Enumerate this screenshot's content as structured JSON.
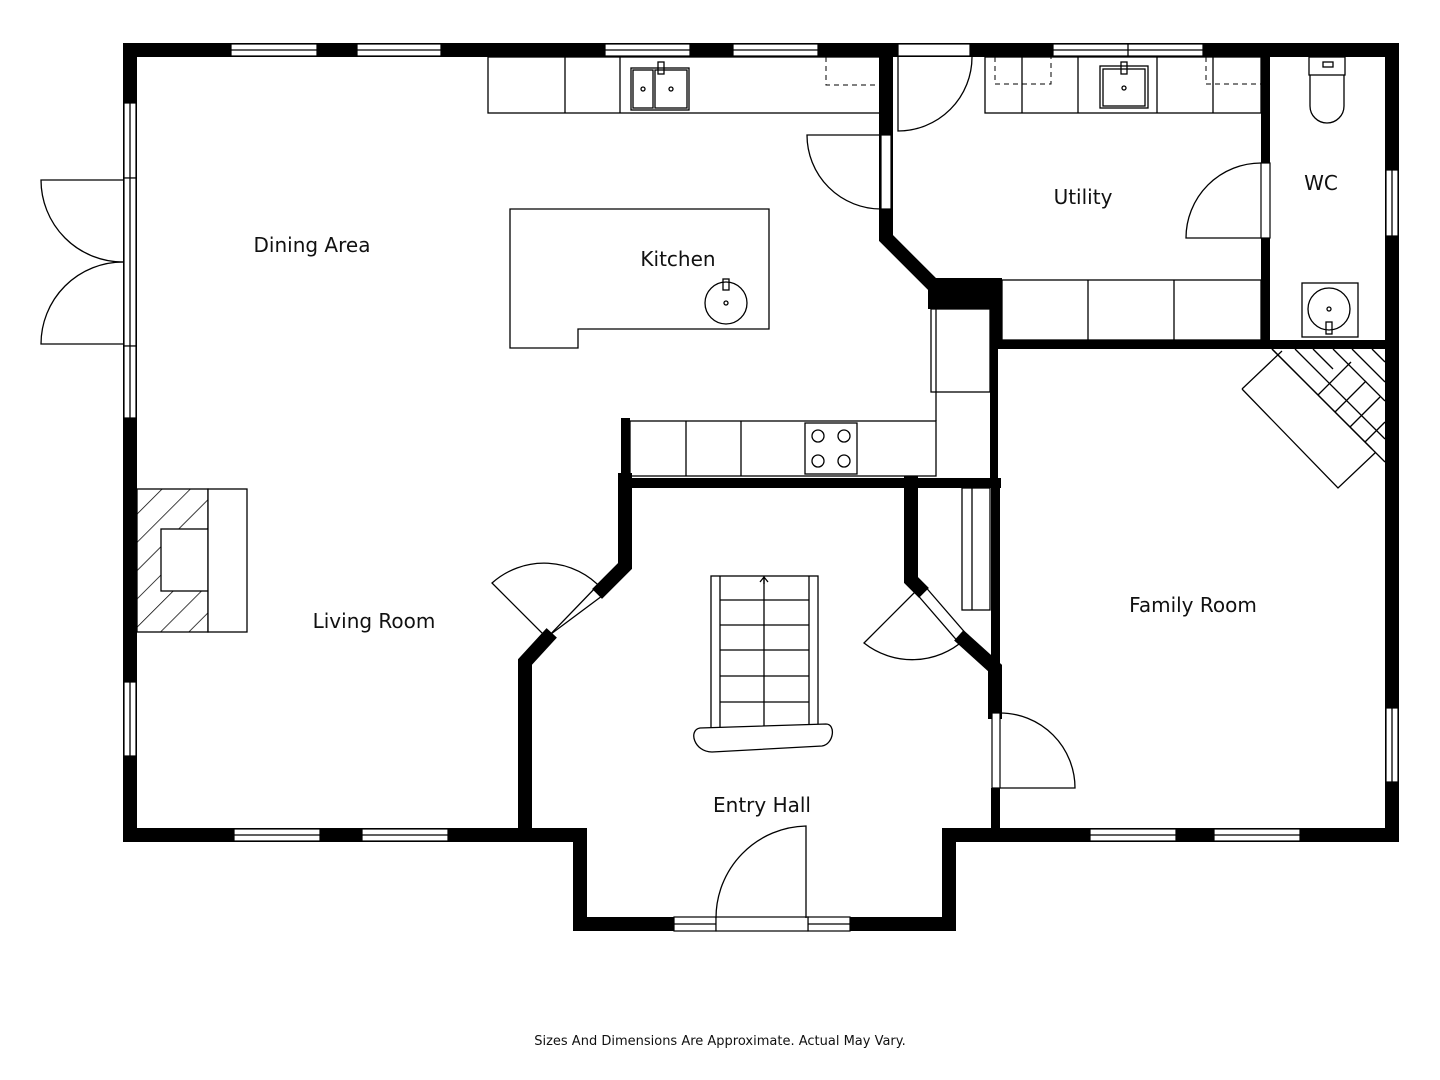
{
  "rooms": {
    "dining_area": "Dining Area",
    "kitchen": "Kitchen",
    "utility": "Utility",
    "wc": "WC",
    "living_room": "Living Room",
    "entry_hall": "Entry Hall",
    "family_room": "Family Room"
  },
  "disclaimer": "Sizes And Dimensions Are Approximate. Actual May Vary.",
  "colors": {
    "wall": "#000000",
    "background": "#ffffff"
  }
}
